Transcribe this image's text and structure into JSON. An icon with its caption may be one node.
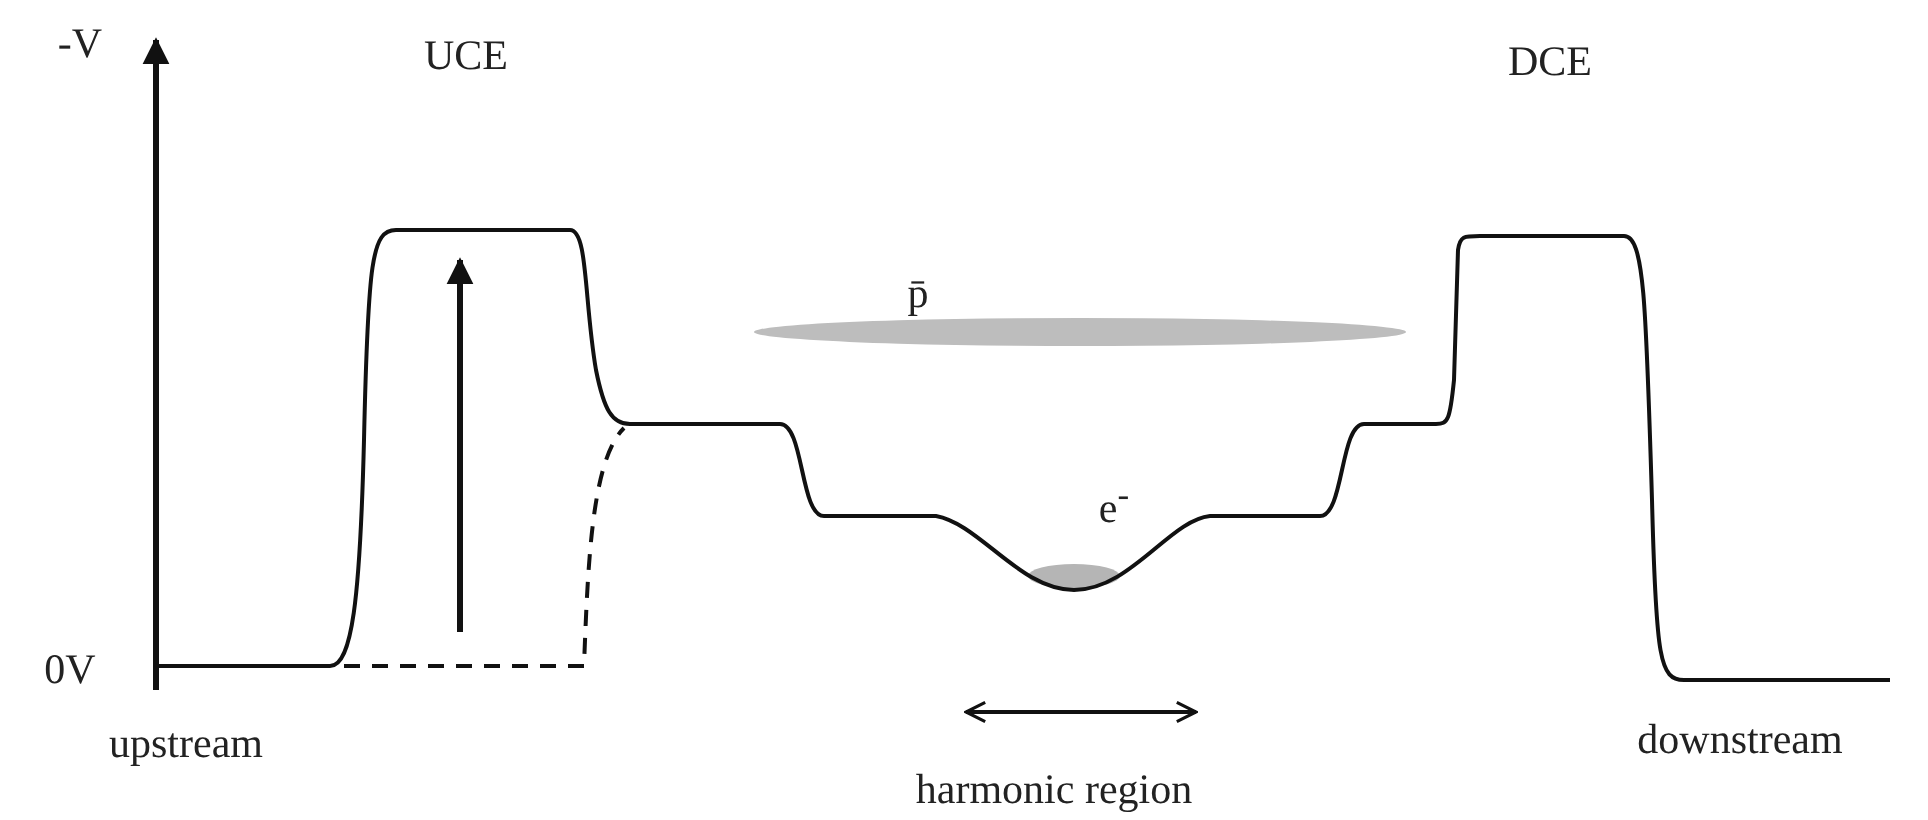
{
  "diagram": {
    "labels": [
      "-V",
      "UCE",
      "DCE",
      "p̄",
      "e$^{-}$",
      "0V",
      "upstream",
      "downstream",
      "harmonic region"
    ]
  }
}
